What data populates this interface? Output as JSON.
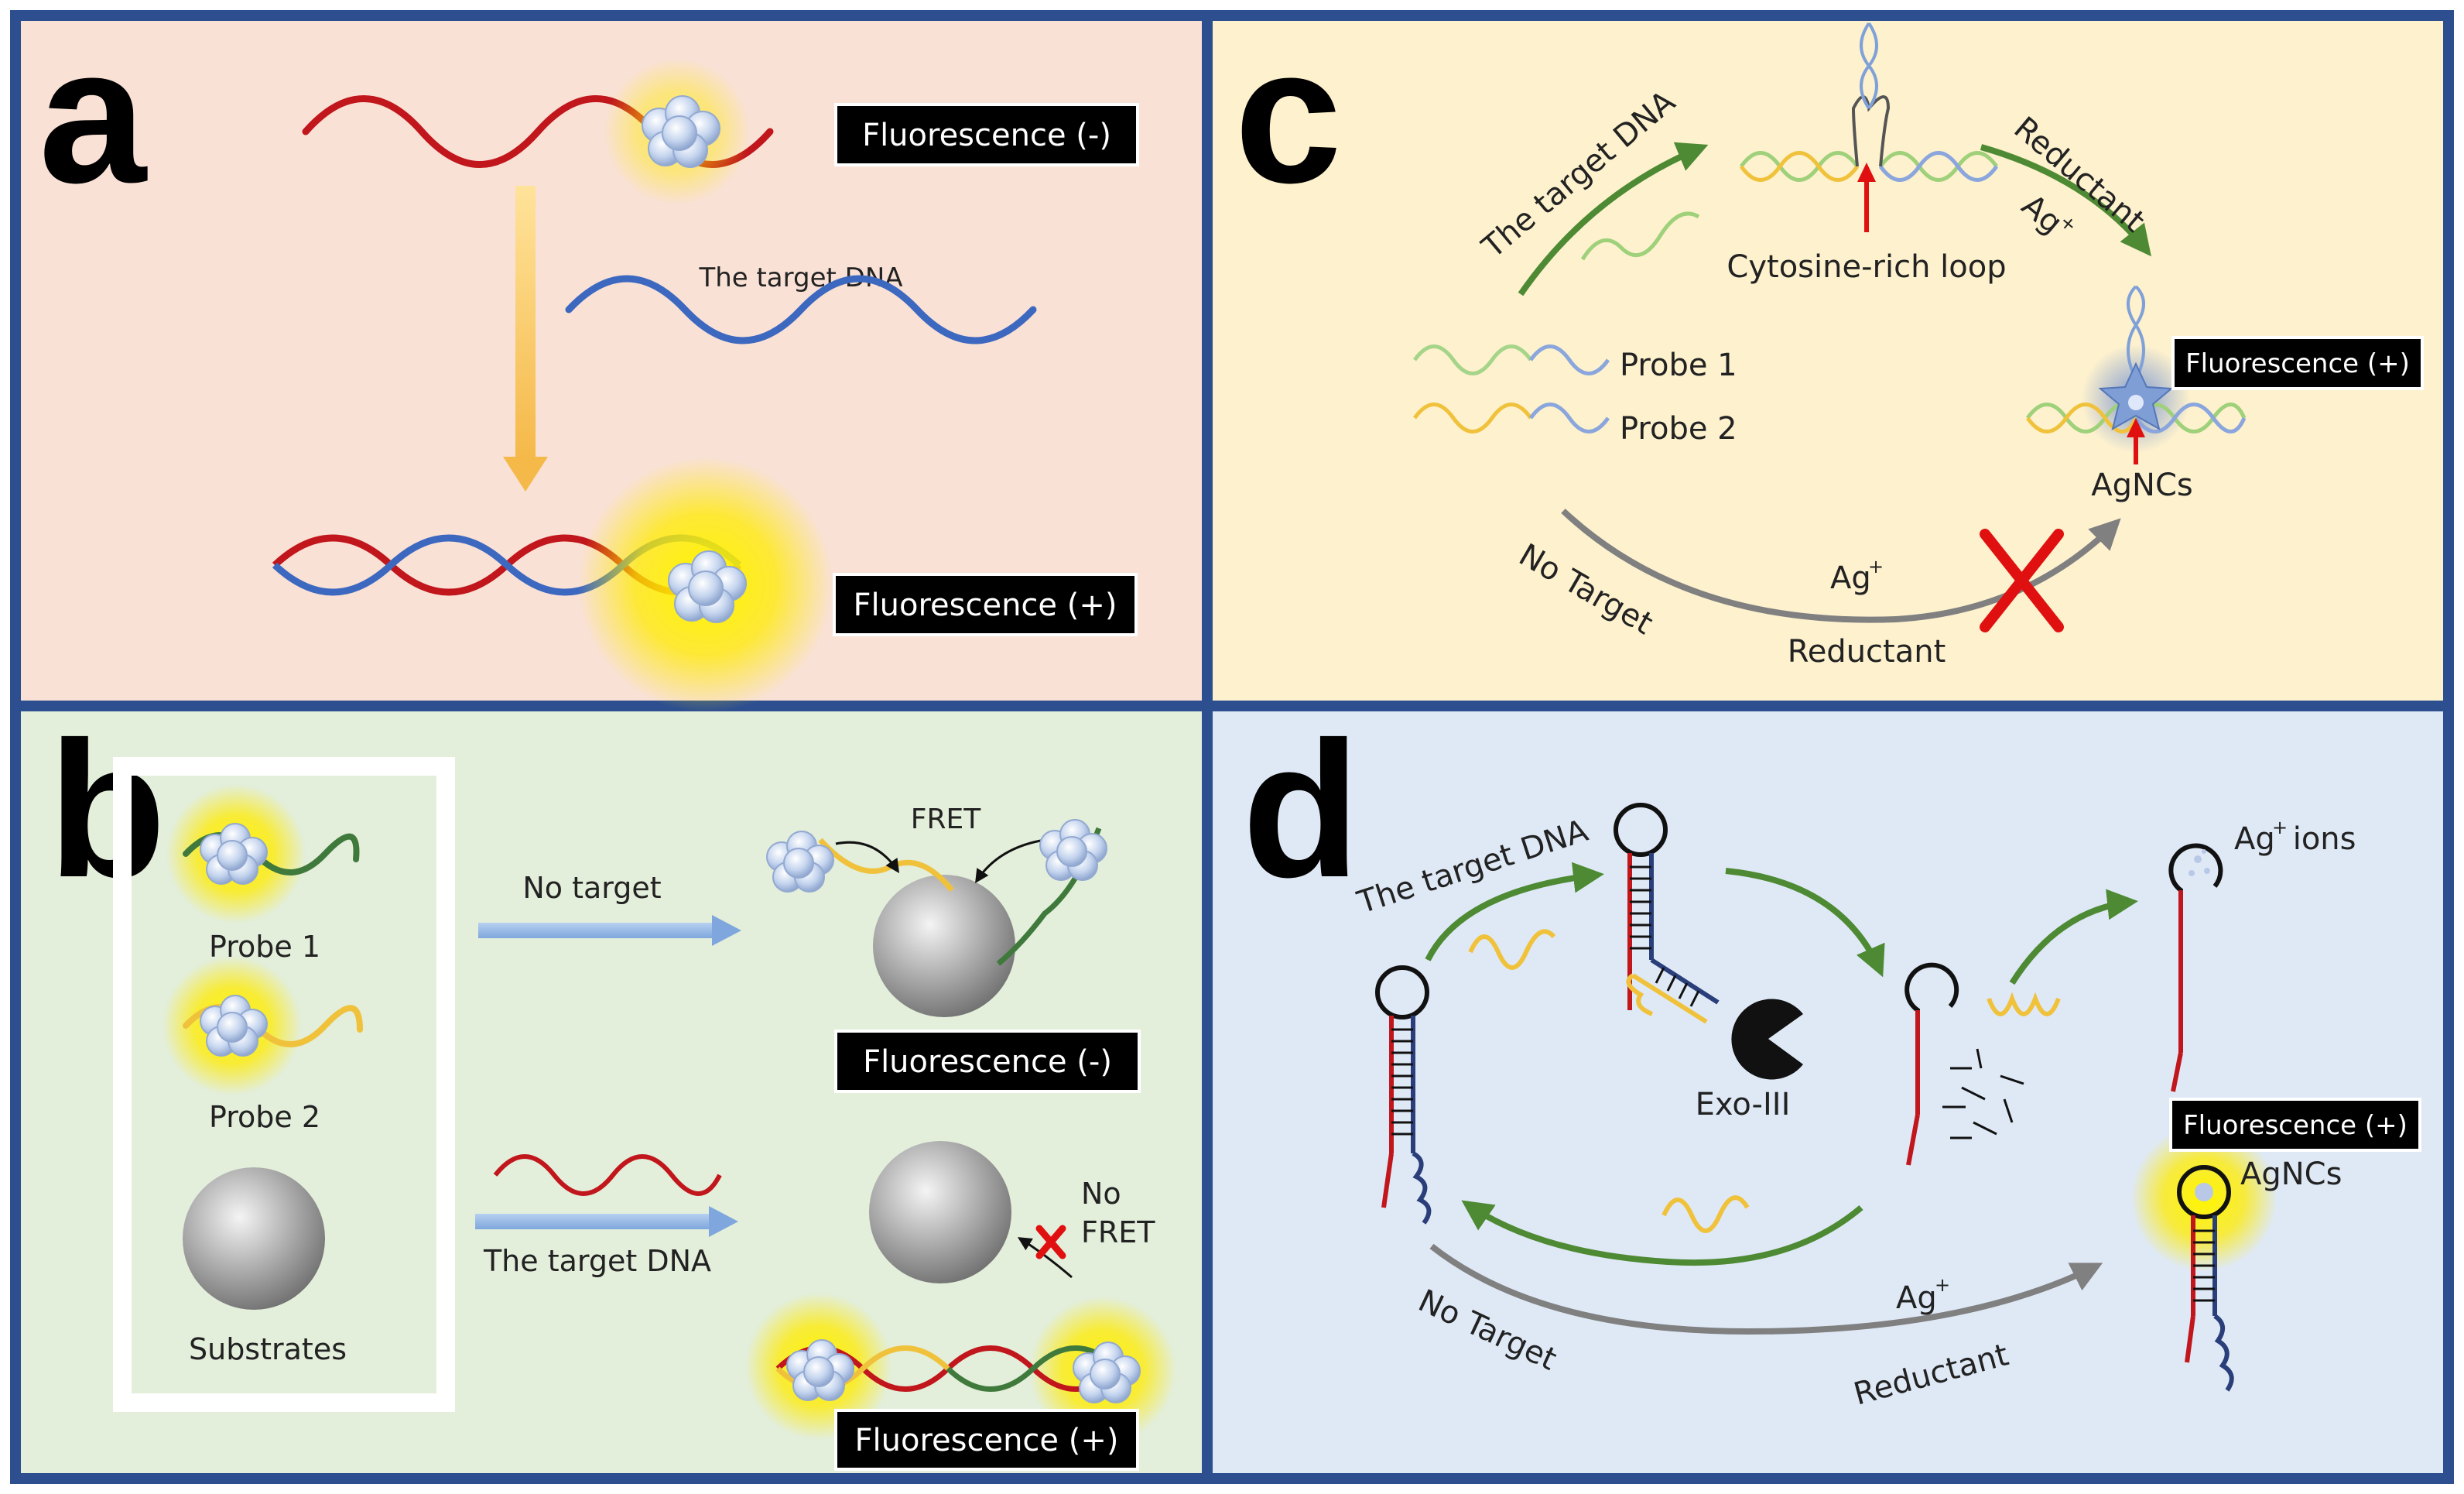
{
  "colors": {
    "panel_a_bg": "#f9e1d6",
    "panel_b_bg": "#e3eedb",
    "panel_c_bg": "#fdf1ce",
    "panel_d_bg": "#dfe9f6",
    "border": "#2e4f8f",
    "dna_red": "#c0161c",
    "dna_blue": "#3d68c0",
    "dna_green": "#3f7a3c",
    "dna_yellow": "#f0c23c",
    "arrow_green": "#4e8a33",
    "arrow_gray": "#808080",
    "glow": "#ffe600",
    "cross": "#e01010"
  },
  "panels": {
    "a": {
      "letter": "a",
      "target_label": "The target DNA",
      "box_top": "Fluorescence (-)",
      "box_bottom": "Fluorescence (+)"
    },
    "b": {
      "letter": "b",
      "probe1": "Probe 1",
      "probe2": "Probe 2",
      "substrates": "Substrates",
      "no_target": "No target",
      "fret": "FRET",
      "box_top": "Fluorescence (-)",
      "target_label": "The target DNA",
      "no_fret": [
        "No",
        "FRET"
      ],
      "box_bottom": "Fluorescence (+)"
    },
    "c": {
      "letter": "c",
      "target_label": "The target DNA",
      "loop_label": "Cytosine-rich loop",
      "reductant_top": "Reductant",
      "ag_top": "Ag",
      "probe1": "Probe 1",
      "probe2": "Probe 2",
      "box": "Fluorescence (+)",
      "agncs": "AgNCs",
      "no_target": "No Target",
      "ag_bottom": "Ag",
      "reductant_bottom": "Reductant"
    },
    "d": {
      "letter": "d",
      "target_label": "The target DNA",
      "exo": "Exo-III",
      "ag_ions": "Ag",
      "ag_ions_suffix": " ions",
      "box": "Fluorescence (+)",
      "agncs": "AgNCs",
      "no_target": "No Target",
      "ag_bottom": "Ag",
      "reductant": "Reductant"
    }
  }
}
